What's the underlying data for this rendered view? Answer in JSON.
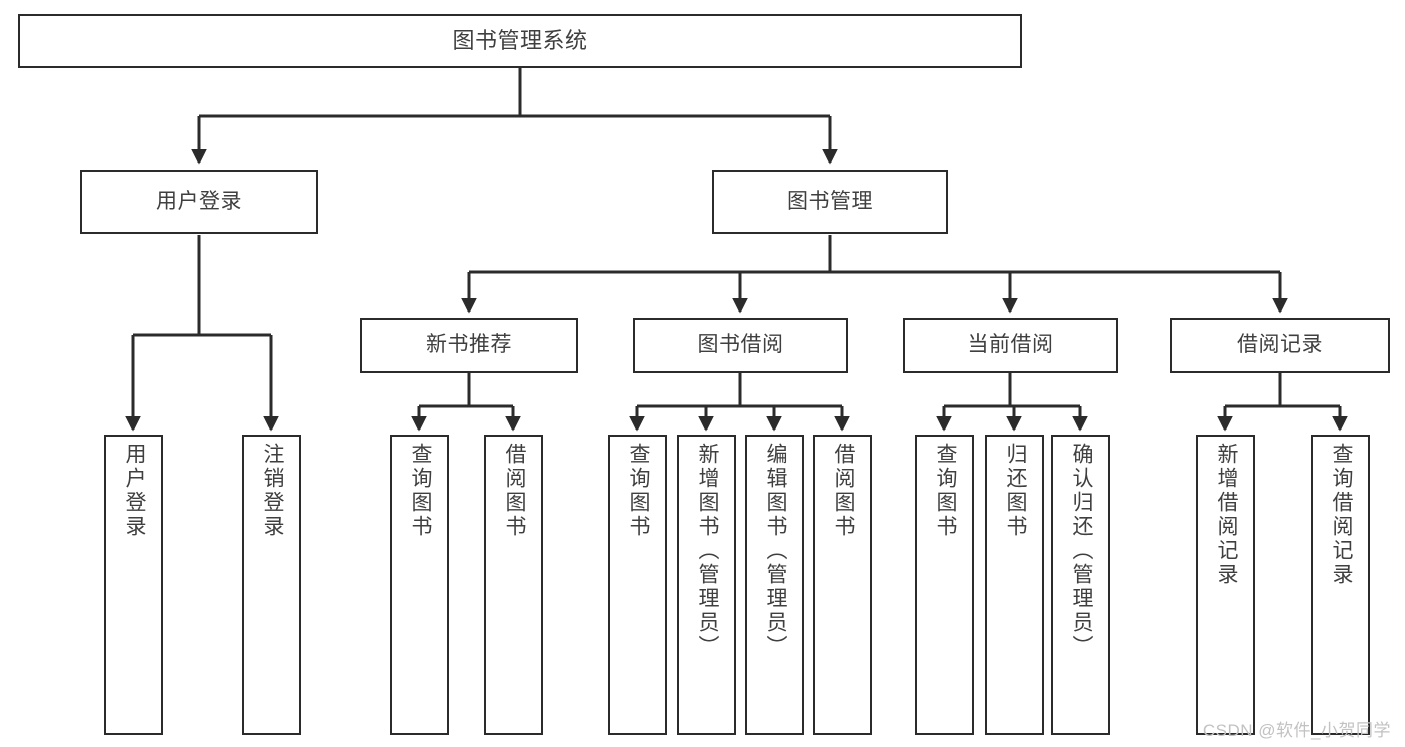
{
  "diagram": {
    "type": "tree",
    "title": "图书管理系统",
    "orientation": "top-down",
    "line_color": "#2b2b2b",
    "box_fill": "#ffffff",
    "text_color": "#3f3f3f",
    "root": {
      "id": "root",
      "label": "图书管理系统"
    },
    "level1": [
      {
        "id": "user-login",
        "label": "用户登录"
      },
      {
        "id": "book-manage",
        "label": "图书管理"
      }
    ],
    "level2": [
      {
        "id": "new-book-rec",
        "label": "新书推荐",
        "parent": "book-manage"
      },
      {
        "id": "book-borrow",
        "label": "图书借阅",
        "parent": "book-manage"
      },
      {
        "id": "current-borrow",
        "label": "当前借阅",
        "parent": "book-manage"
      },
      {
        "id": "borrow-record",
        "label": "借阅记录",
        "parent": "book-manage"
      }
    ],
    "leaves": [
      {
        "id": "leaf-user-login",
        "label": "用户登录",
        "parent": "user-login"
      },
      {
        "id": "leaf-logout",
        "label": "注销登录",
        "parent": "user-login"
      },
      {
        "id": "leaf-query-book-1",
        "label": "查询图书",
        "parent": "new-book-rec"
      },
      {
        "id": "leaf-borrow-book-1",
        "label": "借阅图书",
        "parent": "new-book-rec"
      },
      {
        "id": "leaf-query-book-2",
        "label": "查询图书",
        "parent": "book-borrow"
      },
      {
        "id": "leaf-add-book",
        "label": "新增图书（管理员）",
        "parent": "book-borrow"
      },
      {
        "id": "leaf-edit-book",
        "label": "编辑图书（管理员）",
        "parent": "book-borrow"
      },
      {
        "id": "leaf-borrow-book-2",
        "label": "借阅图书",
        "parent": "book-borrow"
      },
      {
        "id": "leaf-query-book-3",
        "label": "查询图书",
        "parent": "current-borrow"
      },
      {
        "id": "leaf-return-book",
        "label": "归还图书",
        "parent": "current-borrow"
      },
      {
        "id": "leaf-confirm-return",
        "label": "确认归还（管理员）",
        "parent": "current-borrow"
      },
      {
        "id": "leaf-add-record",
        "label": "新增借阅记录",
        "parent": "borrow-record"
      },
      {
        "id": "leaf-query-record",
        "label": "查询借阅记录",
        "parent": "borrow-record"
      }
    ]
  },
  "watermark": {
    "text": "CSDN @软件_小贺同学"
  }
}
